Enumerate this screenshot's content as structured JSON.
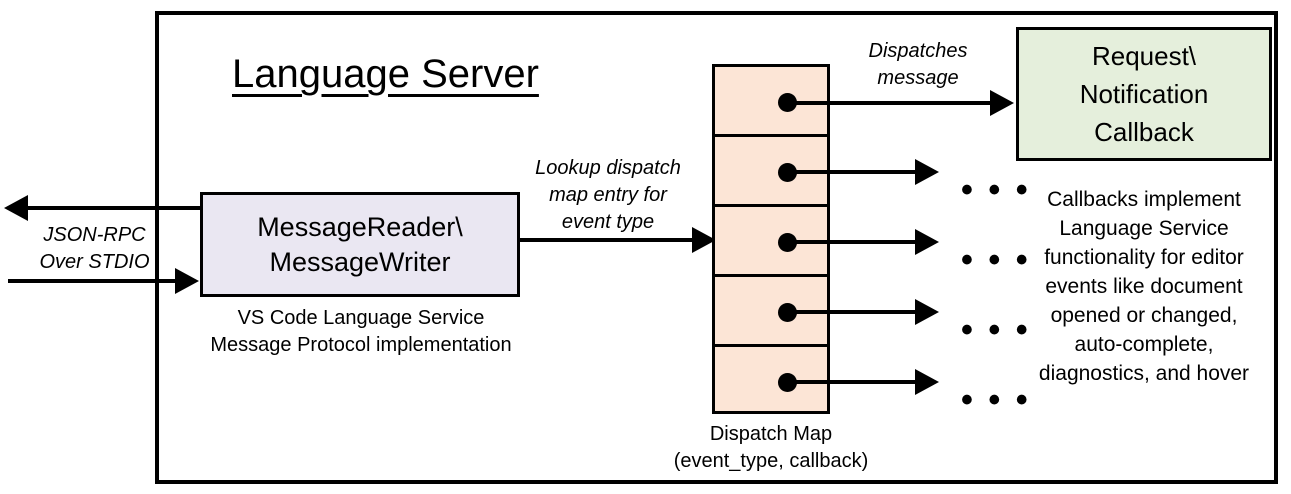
{
  "diagram": {
    "title": "Language Server",
    "boxes": {
      "message_reader": {
        "label": "MessageReader\\\nMessageWriter",
        "caption": "VS Code Language Service\nMessage Protocol implementation",
        "fill": "#EAE7F2"
      },
      "dispatch_map": {
        "caption": "Dispatch Map\n(event_type, callback)",
        "fill": "#FCE5D6",
        "cell_count": 5
      },
      "callback": {
        "label": "Request\\\nNotification\nCallback",
        "caption": "Callbacks implement\nLanguage Service\nfunctionality for editor\nevents like document\nopened or changed,\nauto-complete,\ndiagnostics, and hover",
        "fill": "#E5EFDC"
      }
    },
    "edge_labels": {
      "json_rpc": "JSON-RPC\nOver STDIO",
      "lookup": "Lookup dispatch\nmap entry for\nevent type",
      "dispatches": "Dispatches\nmessage"
    },
    "ellipsis": [
      "• • •",
      "• • •",
      "• • •",
      "• • •"
    ],
    "colors": {
      "stroke": "#000000",
      "background": "#FFFFFF",
      "lavender": "#EAE7F2",
      "peach": "#FCE5D6",
      "green": "#E5EFDC"
    }
  }
}
